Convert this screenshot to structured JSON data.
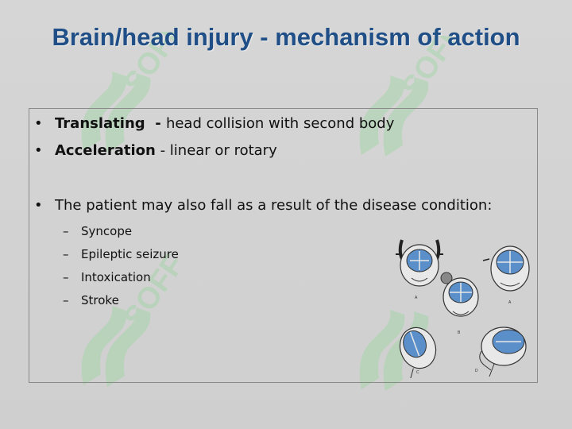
{
  "slide": {
    "title": "Brain/head injury - mechanism of action",
    "bullets": [
      {
        "term": "Translating",
        "separator": "  - ",
        "text": "head collision with second body"
      },
      {
        "term": "Acceleration",
        "separator": " - ",
        "text": "linear or rotary"
      }
    ],
    "statement": "The patient may also fall as a result of the disease condition:",
    "sub_items": [
      "Syncope",
      "Epileptic seizure",
      "Intoxication",
      "Stroke"
    ],
    "figure_labels": [
      "A",
      "B",
      "C",
      "D"
    ],
    "watermark_text": "SOFF"
  },
  "colors": {
    "title": "#1f4f86",
    "watermark": "#9fd9a0",
    "brain": "#5b8fc9",
    "border": "#8a8a8a"
  },
  "icons": [
    "watermark-logo",
    "head-injury-illustration"
  ]
}
